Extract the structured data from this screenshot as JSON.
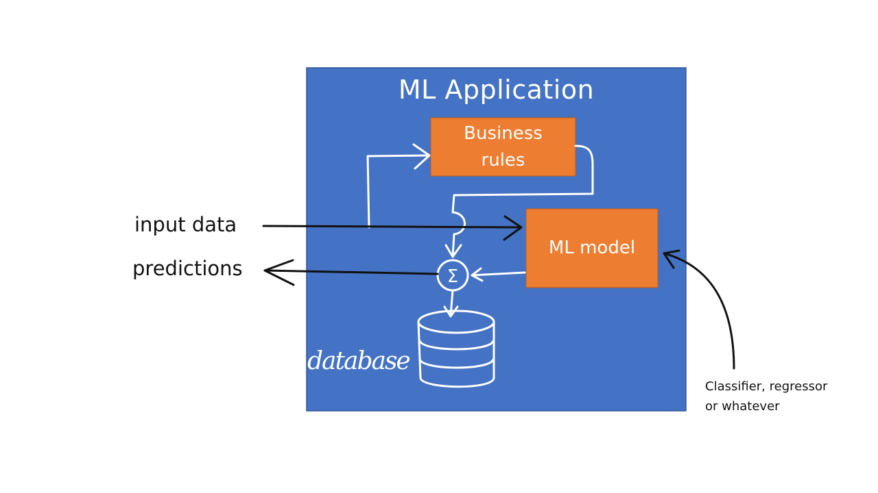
{
  "app": {
    "title": "ML Application"
  },
  "business_rules": {
    "line1": "Business",
    "line2": "rules"
  },
  "ml_model": {
    "label": "ML model"
  },
  "io": {
    "input_label": "input data",
    "output_label": "predictions"
  },
  "aggregator": {
    "symbol": "Σ"
  },
  "database": {
    "label": "database"
  },
  "annotation": {
    "line1": "Classifier, regressor",
    "line2": "or whatever"
  },
  "colors": {
    "app_background": "#4472c4",
    "model_boxes": "#ed7d31",
    "sketch_stroke": "#ffffff",
    "outside_stroke": "#111111"
  }
}
